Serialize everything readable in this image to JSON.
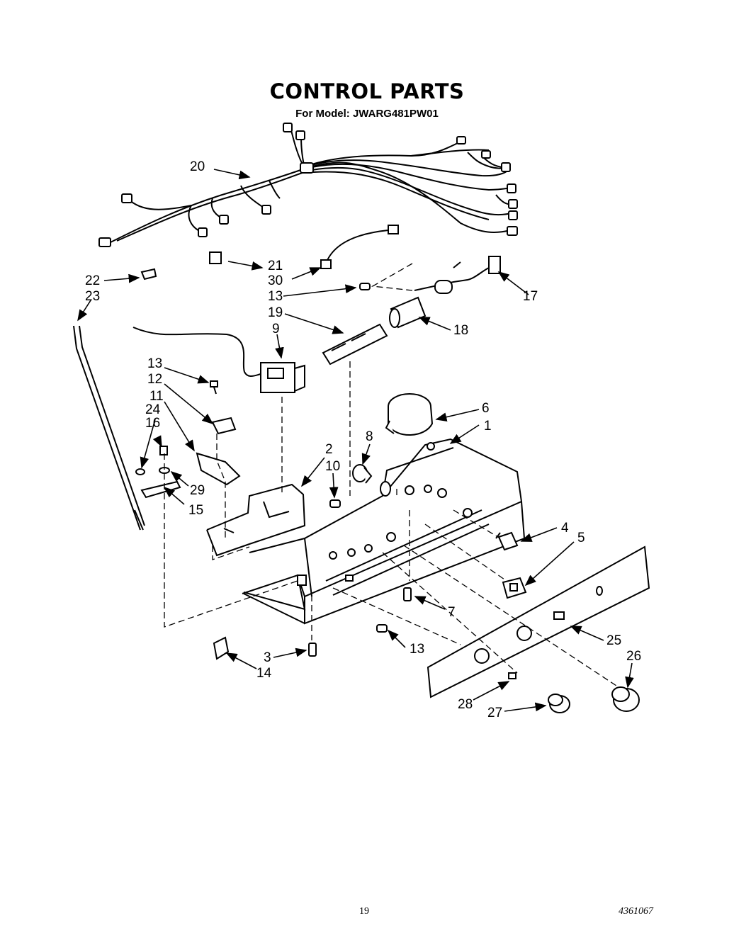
{
  "title": "CONTROL PARTS",
  "subtitle": "For Model: JWARG481PW01",
  "page_number": "19",
  "doc_number": "4361067",
  "callouts": [
    "1",
    "2",
    "3",
    "4",
    "5",
    "6",
    "7",
    "8",
    "9",
    "10",
    "11",
    "12",
    "13",
    "13",
    "13",
    "14",
    "15",
    "16",
    "17",
    "18",
    "19",
    "20",
    "21",
    "22",
    "23",
    "24",
    "25",
    "26",
    "27",
    "28",
    "29",
    "30"
  ]
}
